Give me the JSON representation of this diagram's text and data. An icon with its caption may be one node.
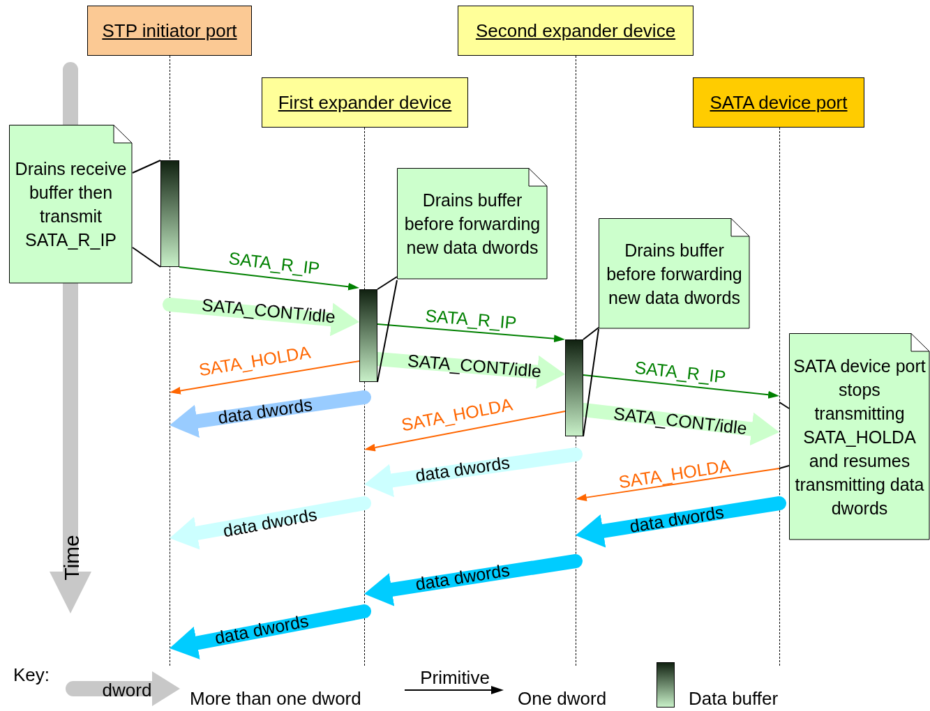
{
  "diagram": {
    "nodes": [
      {
        "text": [
          "STP initiator port"
        ]
      },
      {
        "text": [
          "Second expander device"
        ]
      },
      {
        "text": [
          "First expander device"
        ]
      },
      {
        "text": [
          "SATA device port"
        ]
      },
      {
        "text": [],
        "shape": "line"
      },
      {
        "text": [],
        "shape": "line"
      },
      {
        "text": [],
        "shape": "line"
      },
      {
        "text": [],
        "shape": "line"
      },
      {
        "text": [
          "Drains receive buffer then transmit SATA_R_IP"
        ]
      },
      {
        "text": [],
        "shape": "bar"
      },
      {
        "text": [
          "Drains buffer before forwarding new data dwords"
        ]
      },
      {
        "text": [
          "Drains buffer before forwarding new data dwords"
        ]
      },
      {
        "text": [],
        "shape": "bar"
      },
      {
        "text": [],
        "shape": "bar"
      },
      {
        "text": [
          "SATA device port stops transmitting SATA_HOLDA and resumes transmitting data dwords"
        ]
      }
    ],
    "edges": [
      {
        "from": 9,
        "to": 12,
        "arrow": "to",
        "label": "SATA_R_IP",
        "color": "#008000"
      },
      {
        "from": 4,
        "to": 12,
        "arrow": "to",
        "label": "SATA_CONT/idle",
        "style": "thick",
        "color": "#ccffcc"
      },
      {
        "from": 12,
        "to": 13,
        "arrow": "to",
        "label": "SATA_R_IP",
        "color": "#008000"
      },
      {
        "from": 12,
        "to": 13,
        "arrow": "to",
        "label": "SATA_CONT/idle",
        "style": "thick",
        "color": "#ccffcc"
      },
      {
        "from": 12,
        "to": 4,
        "arrow": "to",
        "label": "SATA_HOLDA",
        "color": "#ff6600"
      },
      {
        "from": 5,
        "to": 4,
        "arrow": "to",
        "label": "data dwords",
        "style": "thick",
        "color": "#99ccff"
      },
      {
        "from": 13,
        "to": 7,
        "arrow": "to",
        "label": "SATA_R_IP",
        "color": "#008000"
      },
      {
        "from": 13,
        "to": 7,
        "arrow": "to",
        "label": "SATA_CONT/idle",
        "style": "thick",
        "color": "#ccffcc"
      },
      {
        "from": 13,
        "to": 5,
        "arrow": "to",
        "label": "SATA_HOLDA",
        "color": "#ff6600"
      },
      {
        "from": 6,
        "to": 5,
        "arrow": "to",
        "label": "data dwords",
        "style": "thick",
        "color": "#ccffff"
      },
      {
        "from": 5,
        "to": 4,
        "arrow": "to",
        "label": "data dwords",
        "style": "thick",
        "color": "#ccffff"
      },
      {
        "from": 7,
        "to": 6,
        "arrow": "to",
        "label": "SATA_HOLDA",
        "color": "#ff6600"
      },
      {
        "from": 7,
        "to": 6,
        "arrow": "to",
        "label": "data dwords",
        "style": "thick",
        "color": "#00ccff"
      },
      {
        "from": 6,
        "to": 5,
        "arrow": "to",
        "label": "data dwords",
        "style": "thick",
        "color": "#00ccff"
      },
      {
        "from": 5,
        "to": 4,
        "arrow": "to",
        "label": "data dwords",
        "style": "thick",
        "color": "#00ccff"
      },
      {
        "from": 8,
        "to": 9,
        "arrow": "none"
      },
      {
        "from": 8,
        "to": 9,
        "arrow": "none"
      },
      {
        "from": 10,
        "to": 12,
        "arrow": "none"
      },
      {
        "from": 10,
        "to": 12,
        "arrow": "none"
      },
      {
        "from": 11,
        "to": 13,
        "arrow": "none"
      },
      {
        "from": 11,
        "to": 13,
        "arrow": "none"
      },
      {
        "from": 14,
        "to": 7,
        "arrow": "none"
      },
      {
        "from": 14,
        "to": 7,
        "arrow": "none"
      }
    ],
    "labels": [
      "Time",
      "Key:",
      "dword",
      "Primitive"
    ],
    "legend": [
      {
        "text": "More than one dword"
      },
      {
        "text": "One dword"
      },
      {
        "text": "Data buffer"
      }
    ]
  }
}
